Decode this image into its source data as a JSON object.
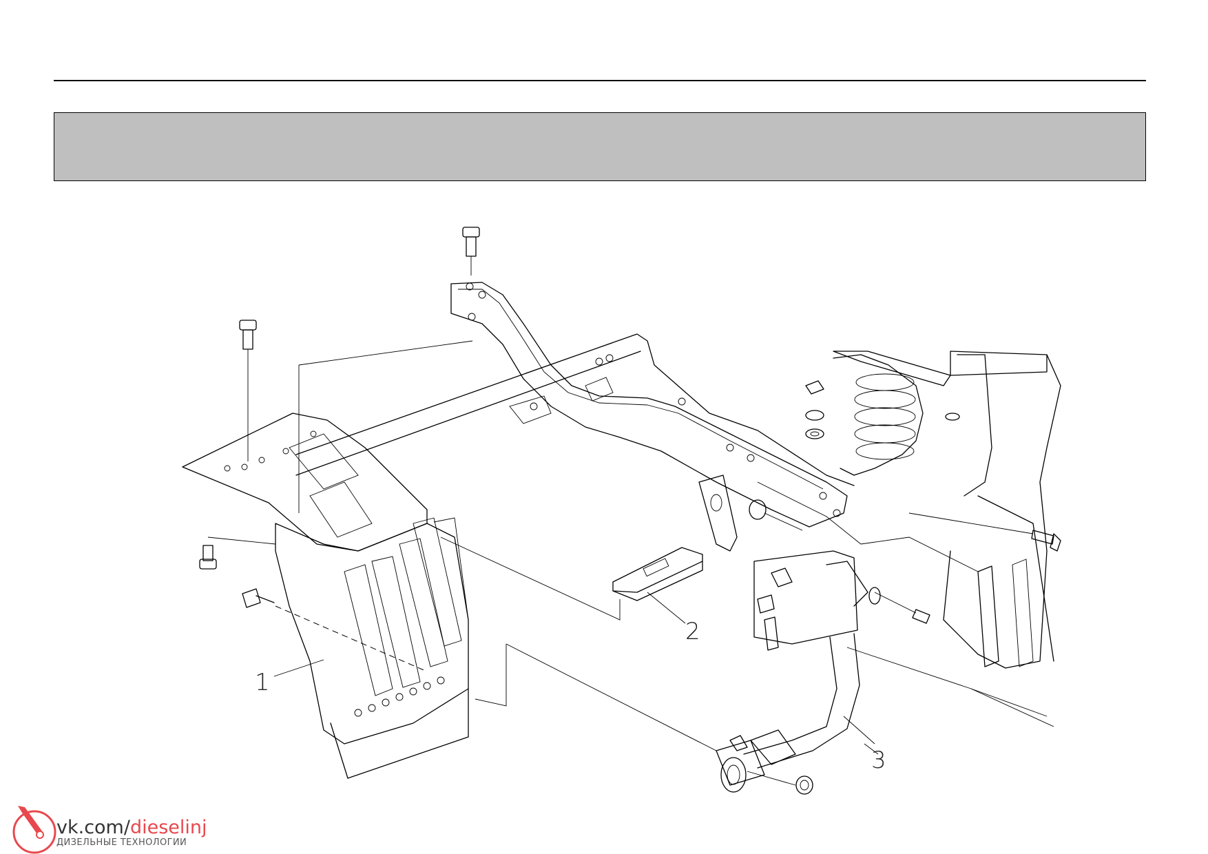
{
  "callouts": [
    {
      "label": "1"
    },
    {
      "label": "2"
    },
    {
      "label": "3"
    }
  ],
  "watermark": {
    "prefix": "vk.com/",
    "accent": "dieselinj",
    "subtitle": "ДИЗЕЛЬНЫЕ ТЕХНОЛОГИИ",
    "accent_color": "#e8484d"
  }
}
